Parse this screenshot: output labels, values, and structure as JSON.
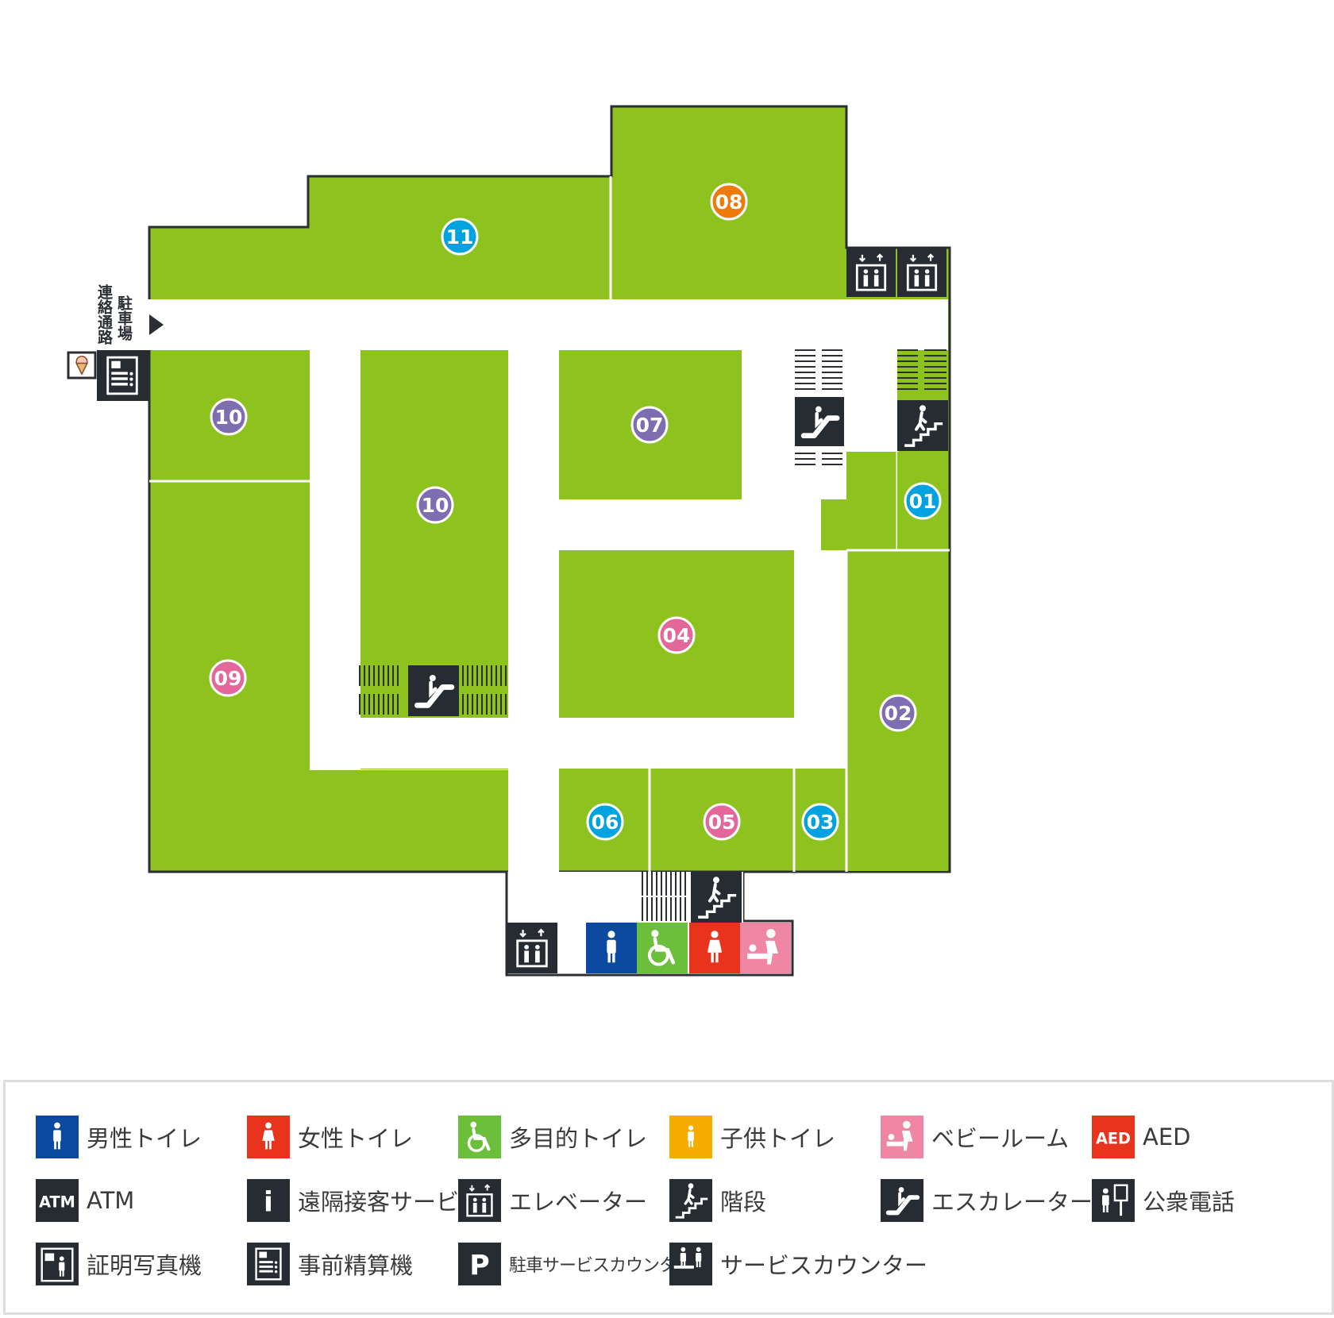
{
  "colors": {
    "shop": "#8dc21f",
    "outline": "#2b2f33",
    "dark_icon": "#262c32",
    "corridor": "#ffffff",
    "mens": "#0b4aa0",
    "womens": "#e8341c",
    "multipurpose": "#6cbf3a",
    "kids": "#f6ab00",
    "baby": "#ef86a4",
    "aed": "#e8341c",
    "badge_blue": "#00a3e0",
    "badge_purple": "#7e6db0",
    "badge_pink": "#e4679b",
    "badge_orange": "#ee7a0c"
  },
  "map": {
    "parking_label": "駐車場",
    "passage_label": "連絡通路",
    "shops": [
      {
        "number": "11",
        "color": "badge_blue"
      },
      {
        "number": "08",
        "color": "badge_orange"
      },
      {
        "number": "10",
        "color": "badge_purple"
      },
      {
        "number": "10",
        "color": "badge_purple"
      },
      {
        "number": "07",
        "color": "badge_purple"
      },
      {
        "number": "01",
        "color": "badge_blue"
      },
      {
        "number": "09",
        "color": "badge_pink"
      },
      {
        "number": "04",
        "color": "badge_pink"
      },
      {
        "number": "02",
        "color": "badge_purple"
      },
      {
        "number": "06",
        "color": "badge_blue"
      },
      {
        "number": "05",
        "color": "badge_pink"
      },
      {
        "number": "03",
        "color": "badge_blue"
      }
    ],
    "facilities": [
      {
        "icon": "elevator-icon"
      },
      {
        "icon": "elevator-icon"
      },
      {
        "icon": "escalator-icon"
      },
      {
        "icon": "stairs-icon"
      },
      {
        "icon": "escalator-icon"
      },
      {
        "icon": "stairs-icon"
      },
      {
        "icon": "elevator-icon"
      },
      {
        "icon": "mens-toilet-icon"
      },
      {
        "icon": "multipurpose-toilet-icon"
      },
      {
        "icon": "womens-toilet-icon"
      },
      {
        "icon": "baby-room-icon"
      },
      {
        "icon": "pre-payment-machine-icon"
      },
      {
        "icon": "ice-cream-icon"
      }
    ]
  },
  "legend": {
    "items": [
      {
        "label": "男性トイレ",
        "icon": "mens-toilet-icon"
      },
      {
        "label": "女性トイレ",
        "icon": "womens-toilet-icon"
      },
      {
        "label": "多目的トイレ",
        "icon": "multipurpose-toilet-icon"
      },
      {
        "label": "子供トイレ",
        "icon": "kids-toilet-icon"
      },
      {
        "label": "ベビールーム",
        "icon": "baby-room-icon"
      },
      {
        "label": "AED",
        "icon": "aed-icon",
        "icon_text": "AED"
      },
      {
        "label": "ATM",
        "icon": "atm-icon",
        "icon_text": "ATM"
      },
      {
        "label": "遠隔接客サービス",
        "icon": "remote-service-icon",
        "icon_text": "i"
      },
      {
        "label": "エレベーター",
        "icon": "elevator-icon"
      },
      {
        "label": "階段",
        "icon": "stairs-icon"
      },
      {
        "label": "エスカレーター",
        "icon": "escalator-icon"
      },
      {
        "label": "公衆電話",
        "icon": "public-phone-icon"
      },
      {
        "label": "証明写真機",
        "icon": "photo-booth-icon"
      },
      {
        "label": "事前精算機",
        "icon": "pre-payment-machine-icon"
      },
      {
        "label": "駐車サービスカウンター",
        "icon": "parking-counter-icon",
        "icon_text": "P"
      },
      {
        "label": "サービスカウンター",
        "icon": "service-counter-icon"
      }
    ]
  }
}
